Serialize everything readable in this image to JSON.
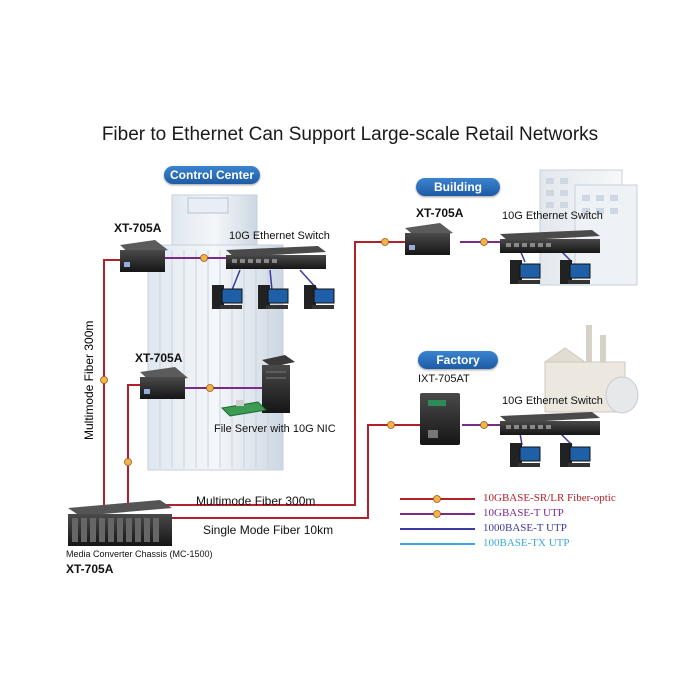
{
  "title": "Fiber to Ethernet Can Support Large-scale Retail Networks",
  "sites": {
    "control_center": "Control Center",
    "building": "Building",
    "factory": "Factory"
  },
  "devices": {
    "xt705a_top": "XT-705A",
    "xt705a_middle": "XT-705A",
    "xt705a_building": "XT-705A",
    "ixt705at_factory": "IXT-705AT",
    "switch_control": "10G Ethernet Switch",
    "switch_building": "10G Ethernet Switch",
    "switch_factory": "10G Ethernet Switch",
    "file_server": "File Server with 10G NIC",
    "chassis": "Media Converter Chassis (MC-1500)",
    "chassis_model": "XT-705A"
  },
  "links": {
    "vertical_multimode": "Multimode Fiber 300m",
    "multimode": "Multimode Fiber 300m",
    "single_mode": "Single Mode Fiber 10km"
  },
  "legend": [
    {
      "label": "10GBASE-SR/LR Fiber-optic",
      "color": "#b3202a"
    },
    {
      "label": "10GBASE-T UTP",
      "color": "#7a2a8a"
    },
    {
      "label": "1000BASE-T UTP",
      "color": "#3a3aa0"
    },
    {
      "label": "100BASE-TX UTP",
      "color": "#3aa6e0"
    }
  ],
  "colors": {
    "fiber": "#b3202a",
    "utp_10g": "#7a2a8a",
    "utp_1g": "#3a3aa0",
    "utp_100m": "#3aa6e0",
    "accent": "#1d5aa5"
  }
}
